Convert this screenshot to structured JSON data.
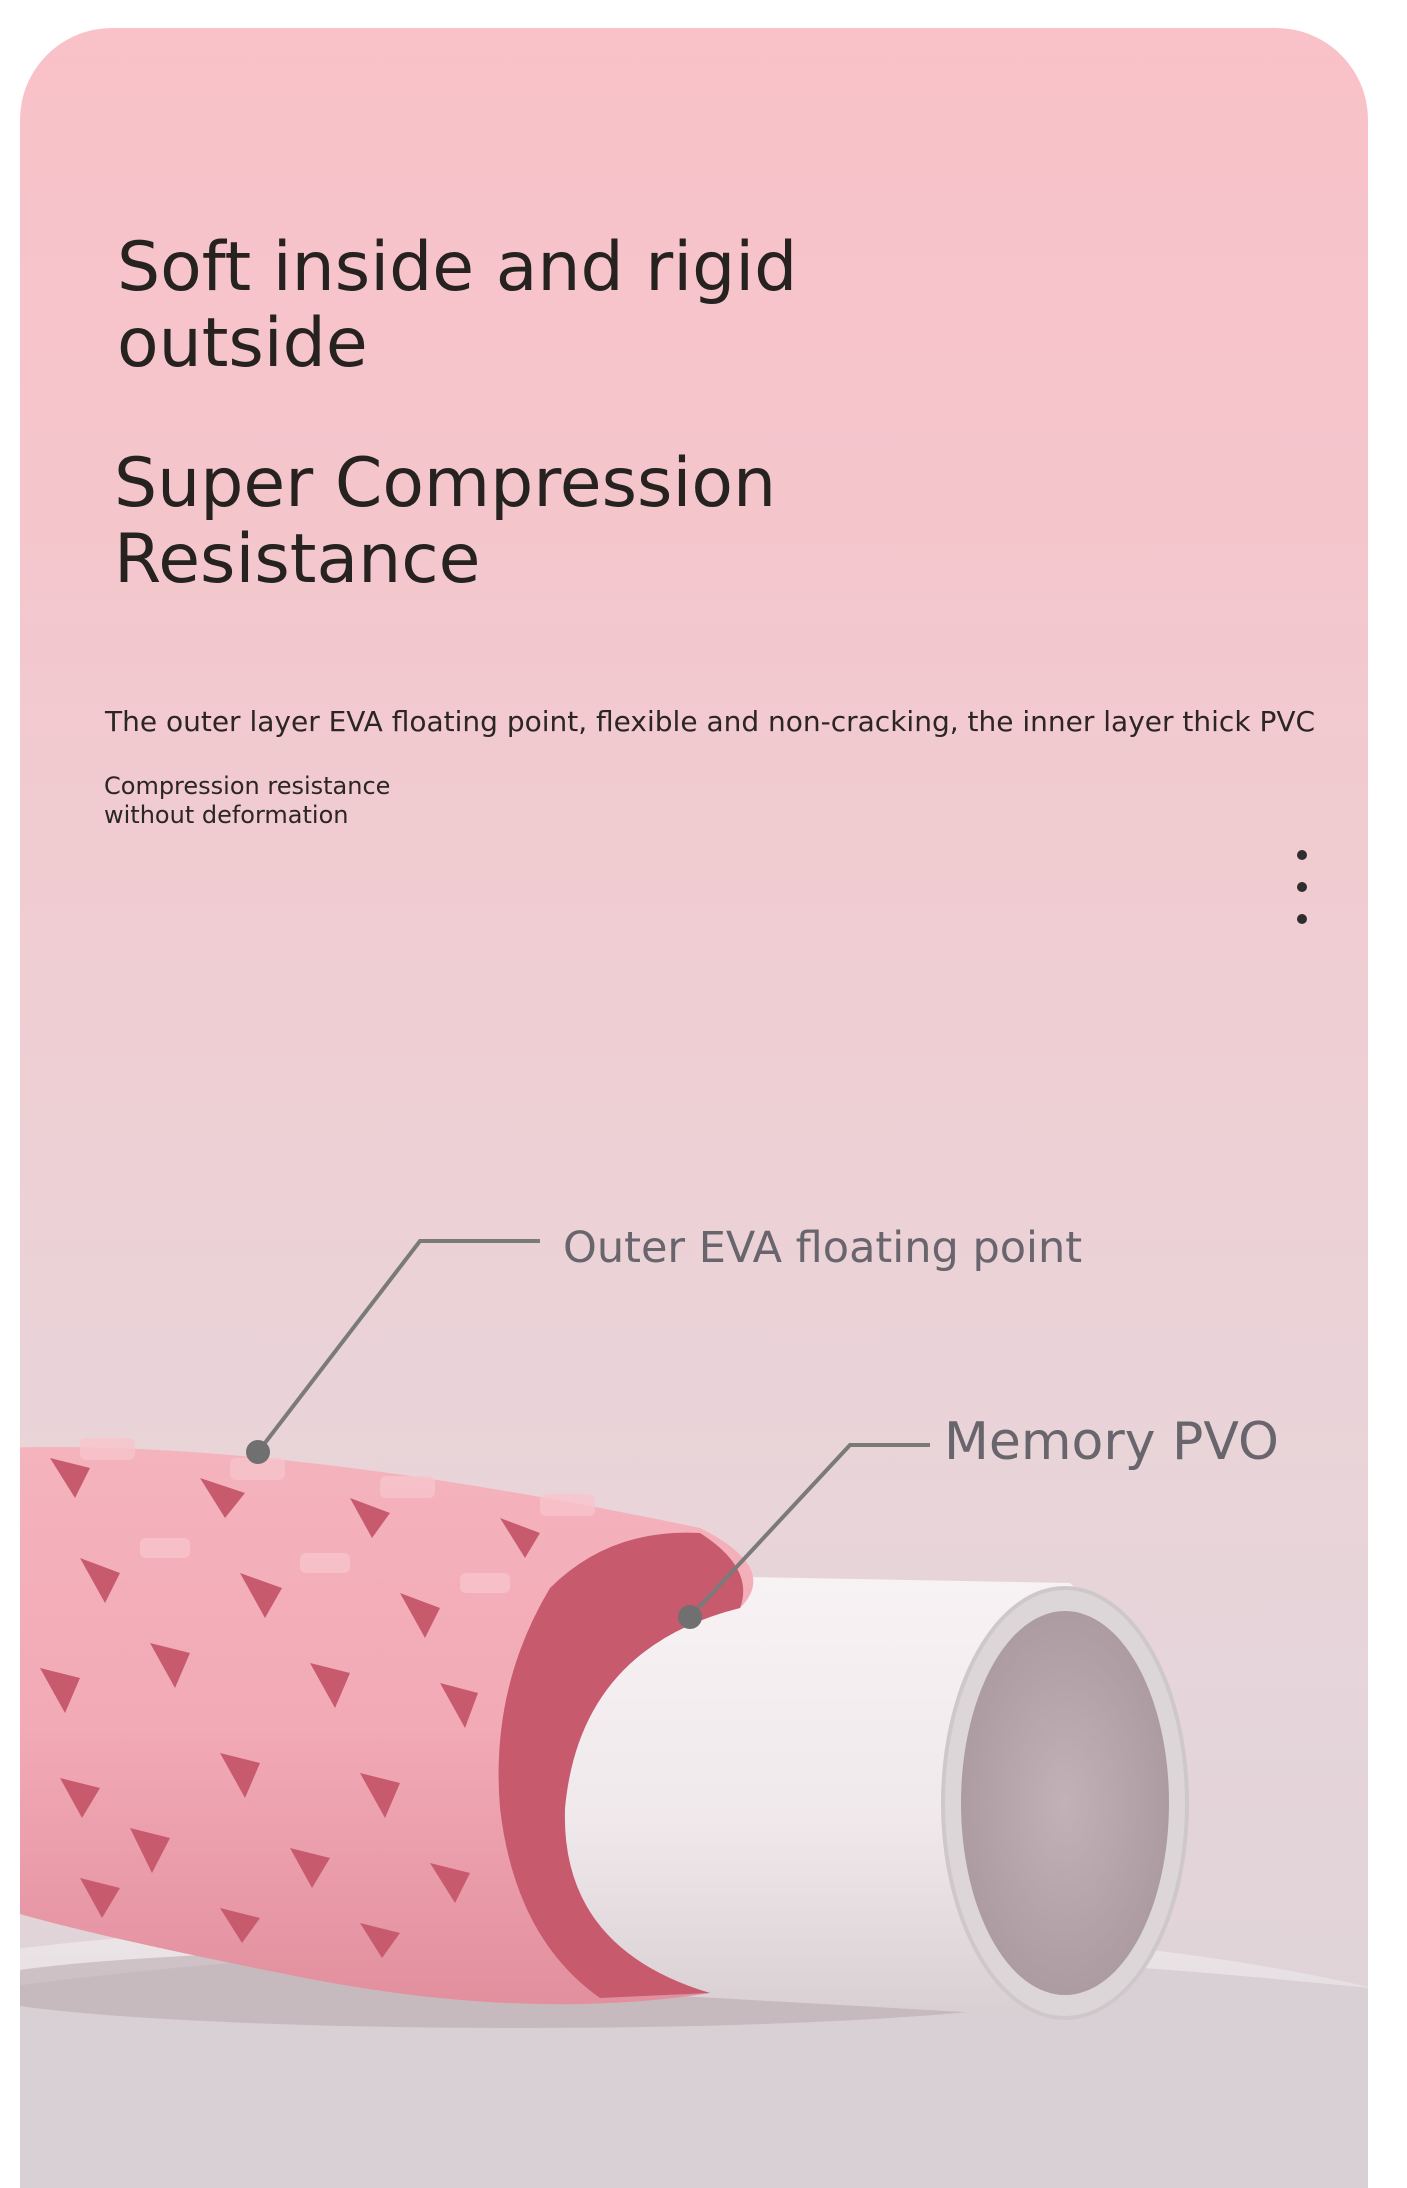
{
  "headline_primary": "Soft inside and rigid\noutside",
  "headline_secondary": "Super Compression\nResistance",
  "description": "The outer layer EVA floating point, flexible and non-cracking, the inner layer thick PVC",
  "sub_description": "Compression resistance\nwithout deformation",
  "callouts": {
    "outer": "Outer EVA floating point",
    "inner": "Memory PVO"
  },
  "icons": {
    "menu": "vertical-ellipsis-icon"
  },
  "colors": {
    "background_top": "#f9c1c8",
    "background_bottom": "#ddd2d6",
    "roller_pink": "#f0a6b2",
    "roller_dark": "#c85a6e",
    "tube_white": "#f1ebed",
    "text_dark": "#26221f",
    "callout_gray": "#69656d"
  }
}
